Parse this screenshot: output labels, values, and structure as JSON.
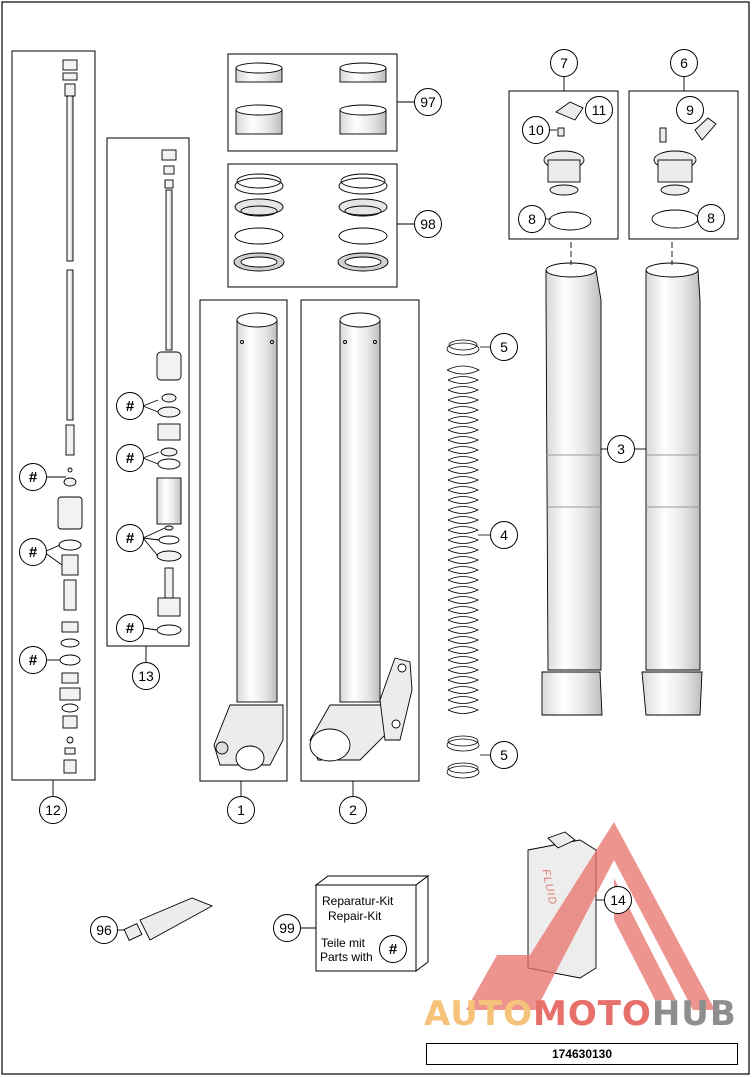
{
  "callouts": {
    "c1": "1",
    "c2": "2",
    "c3": "3",
    "c4": "4",
    "c5a": "5",
    "c5b": "5",
    "c6": "6",
    "c7": "7",
    "c8a": "8",
    "c8b": "8",
    "c9": "9",
    "c10": "10",
    "c11": "11",
    "c12": "12",
    "c13": "13",
    "c14": "14",
    "c96": "96",
    "c97": "97",
    "c98": "98",
    "c99": "99",
    "hash": "#"
  },
  "repair_kit": {
    "line1": "Reparatur-Kit",
    "line2": "Repair-Kit",
    "line3": "Teile mit",
    "line4": "Parts with",
    "symbol": "#"
  },
  "can_label": "FLUID",
  "watermark": {
    "part1": "AUTO",
    "part2": "MOTO",
    "part3": "HUB"
  },
  "part_number": "174630130",
  "colors": {
    "line": "#000000",
    "part_fill": "#f2f2f2",
    "watermark_red": "#e8706a",
    "watermark_orange": "#f6c37a",
    "watermark_grey": "#8e8e8e"
  }
}
